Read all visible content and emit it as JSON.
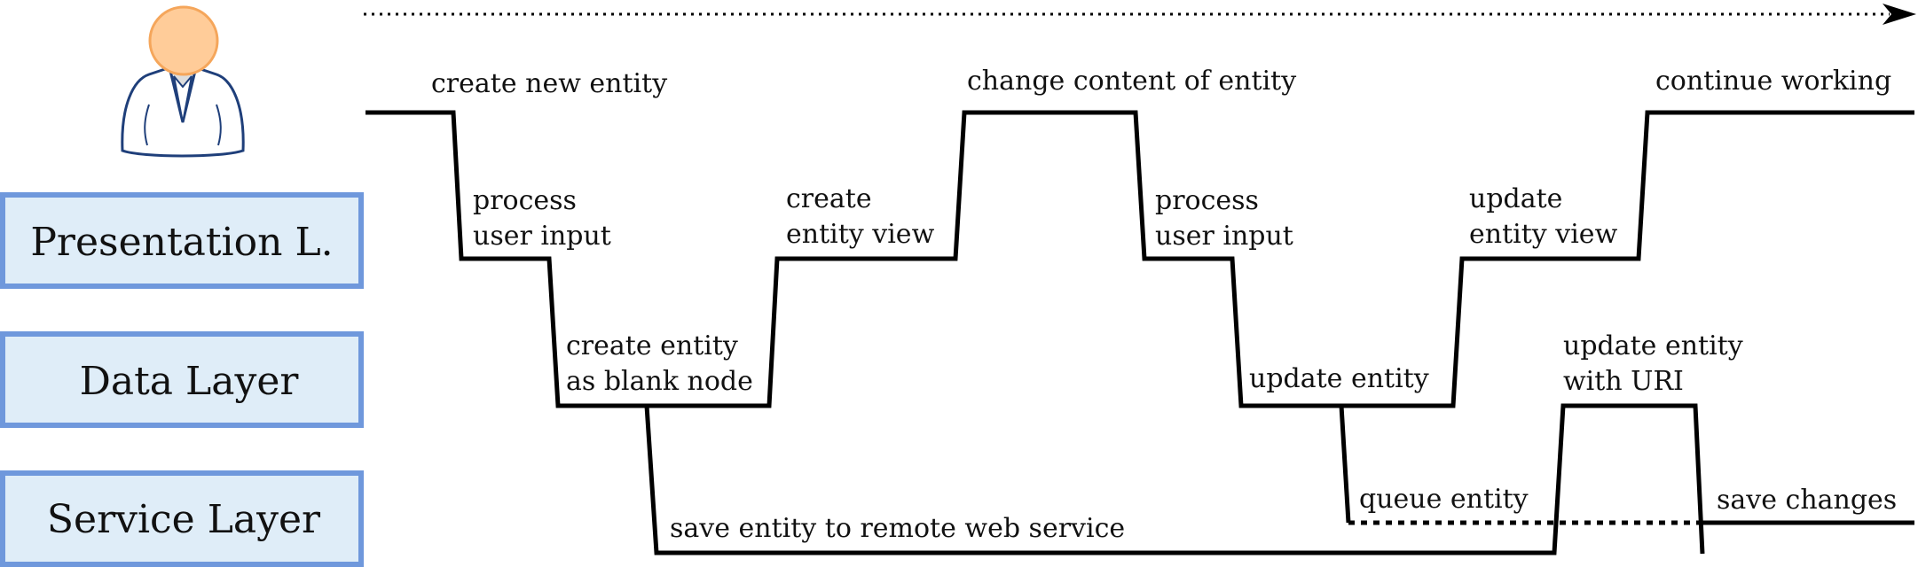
{
  "lanes": {
    "presentation": "Presentation L.",
    "data": "Data Layer",
    "service": "Service Layer"
  },
  "steps": {
    "create_new_entity": "create new entity",
    "process_user_input_1": [
      "process",
      "user input"
    ],
    "create_entity_blank": [
      "create entity",
      "as blank node"
    ],
    "save_entity_remote": "save entity to remote web service",
    "create_entity_view": [
      "create",
      "entity view"
    ],
    "change_content": "change content of entity",
    "process_user_input_2": [
      "process",
      "user input"
    ],
    "update_entity": "update entity",
    "queue_entity": "queue entity",
    "update_entity_view": [
      "update",
      "entity view"
    ],
    "update_entity_uri": [
      "update entity",
      "with URI"
    ],
    "continue_working": "continue working",
    "save_changes": "save changes"
  },
  "colors": {
    "lane_fill": "#dfedf8",
    "lane_border": "#6f98dc",
    "user_head": "#ffcc99",
    "user_head_stroke": "#f5a65b",
    "user_body_stroke": "#1f3f7a",
    "line": "#000000"
  },
  "icons": {
    "user": "user-icon",
    "time_arrow": "arrow-right-icon"
  }
}
